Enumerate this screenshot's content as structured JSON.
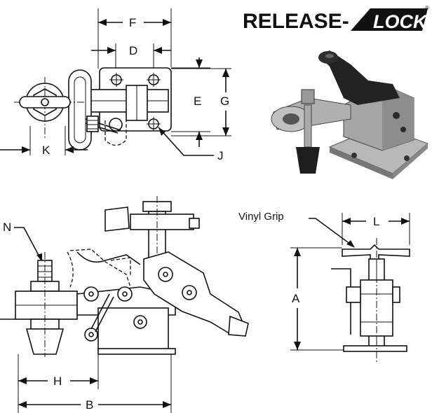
{
  "brand": {
    "prefix": "RELEASE-",
    "suffix": "LOCK",
    "registered": "®"
  },
  "labels": {
    "F": "F",
    "D": "D",
    "E": "E",
    "G": "G",
    "J": "J",
    "K": "K",
    "N": "N",
    "H": "H",
    "B": "B",
    "L": "L",
    "A": "A",
    "vinyl_grip": "Vinyl  Grip"
  },
  "colors": {
    "line": "#111111",
    "background": "#ffffff",
    "photo_metal": "#9a9a9a",
    "photo_dark": "#222222"
  }
}
